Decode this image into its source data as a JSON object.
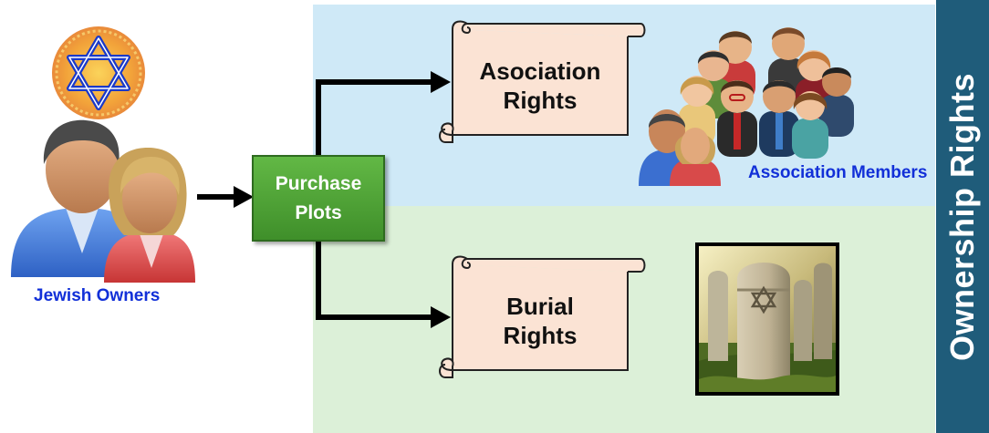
{
  "owners_label": "Jewish Owners",
  "purchase_label_line1": "Purchase",
  "purchase_label_line2": "Plots",
  "association_rights_line1": "Asociation",
  "association_rights_line2": "Rights",
  "burial_rights_line1": "Burial",
  "burial_rights_line2": "Rights",
  "members_label": "Association Members",
  "side_title": "Ownership Rights",
  "colors": {
    "top_panel": "#cfe9f7",
    "bottom_panel": "#dcf0d8",
    "side_band": "#1f5c7a",
    "purchase_box": "#4ea336",
    "scroll_fill": "#fbe3d4",
    "label_blue": "#1230d8"
  },
  "icons": [
    "star-of-david-icon",
    "couple-icon",
    "people-group-icon",
    "gravestone-image"
  ]
}
